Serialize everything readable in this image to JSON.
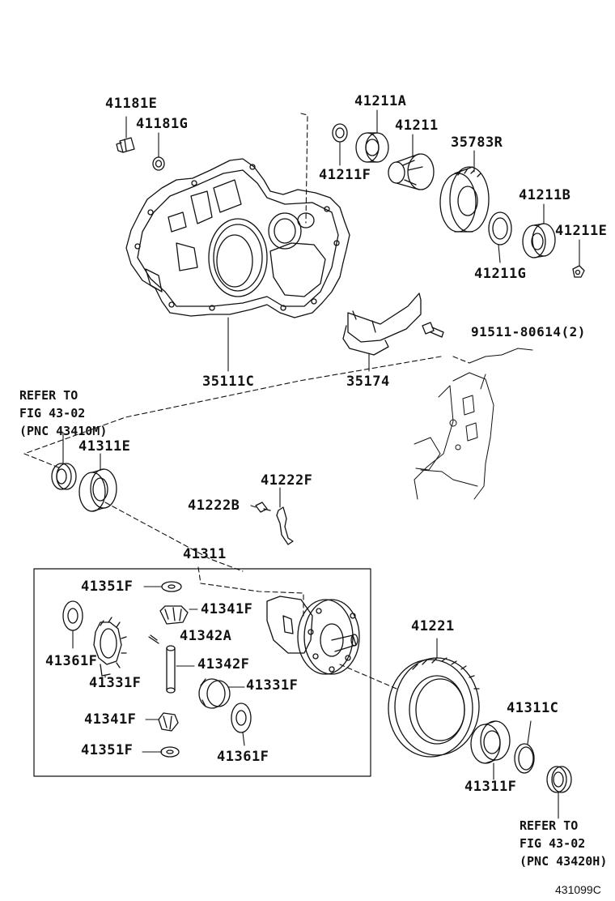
{
  "labels": {
    "p41181E": "41181E",
    "p41181G": "41181G",
    "p41211A": "41211A",
    "p41211": "41211",
    "p35783R": "35783R",
    "p41211F": "41211F",
    "p41211B": "41211B",
    "p41211E": "41211E",
    "p41211G": "41211G",
    "p91511": "91511-80614(2)",
    "p35111C": "35111C",
    "p35174": "35174",
    "p41311E": "41311E",
    "p41222F": "41222F",
    "p41222B": "41222B",
    "p41311": "41311",
    "p41351F_top": "41351F",
    "p41341F_top": "41341F",
    "p41342A": "41342A",
    "p41342F": "41342F",
    "p41361F_left": "41361F",
    "p41331F_left": "41331F",
    "p41331F_right": "41331F",
    "p41341F_bottom": "41341F",
    "p41351F_bottom": "41351F",
    "p41361F_bottom": "41361F",
    "p41221": "41221",
    "p41311C": "41311C",
    "p41311F": "41311F"
  },
  "refer_top": {
    "line1": "REFER TO",
    "line2": "FIG 43-02",
    "line3": "(PNC 43410M)"
  },
  "refer_bottom": {
    "line1": "REFER TO",
    "line2": "FIG 43-02",
    "line3": "(PNC 43420H)"
  },
  "figure_number": "431099C"
}
